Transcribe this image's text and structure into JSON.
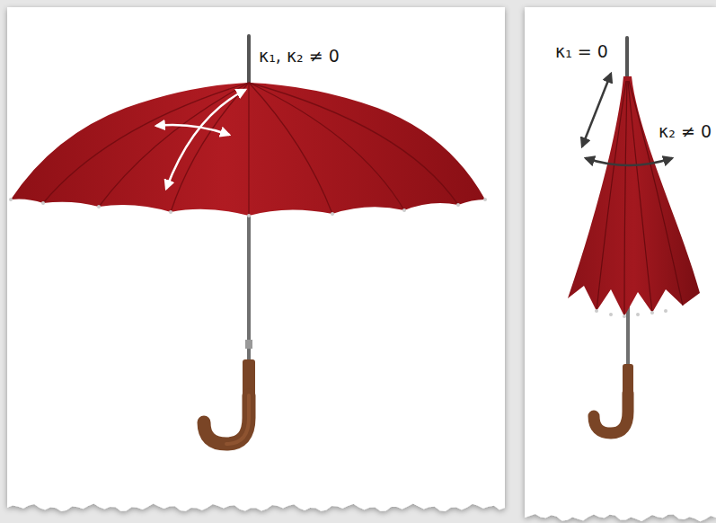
{
  "diagram": {
    "labels": [
      "κ₁, κ₂ ≠ 0",
      "κ₁ = 0",
      "κ₂ ≠ 0"
    ]
  }
}
